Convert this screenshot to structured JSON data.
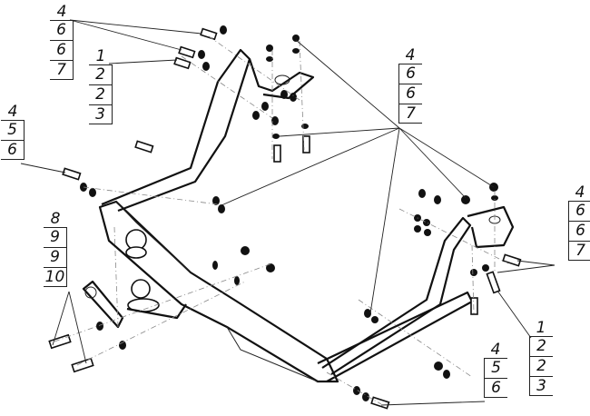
{
  "diagram": {
    "subject": "towbar exploded assembly",
    "callouts": [
      {
        "id": "top-left-a",
        "head": "4",
        "cells": [
          "6",
          "6",
          "7"
        ]
      },
      {
        "id": "top-left-b",
        "head": "1",
        "cells": [
          "2",
          "2",
          "3"
        ]
      },
      {
        "id": "left-mid",
        "head": "4",
        "cells": [
          "5",
          "6"
        ]
      },
      {
        "id": "left-low",
        "head": "8",
        "cells": [
          "9",
          "9",
          "10"
        ]
      },
      {
        "id": "center-top",
        "head": "4",
        "cells": [
          "6",
          "6",
          "7"
        ]
      },
      {
        "id": "right-mid",
        "head": "4",
        "cells": [
          "6",
          "6",
          "7"
        ]
      },
      {
        "id": "right-low",
        "head": "1",
        "cells": [
          "2",
          "2",
          "3"
        ]
      },
      {
        "id": "bottom-mid",
        "head": "4",
        "cells": [
          "5",
          "6"
        ]
      }
    ]
  }
}
